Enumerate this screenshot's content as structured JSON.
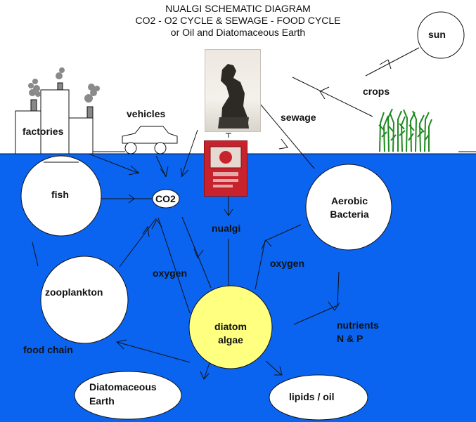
{
  "title": {
    "line1": "NUALGI SCHEMATIC DIAGRAM",
    "line2": "CO2 - O2 CYCLE & SEWAGE - FOOD CYCLE",
    "line3": "or Oil and Diatomaceous Earth"
  },
  "labels": {
    "sun": "sun",
    "crops": "crops",
    "sewage": "sewage",
    "vehicles": "vehicles",
    "factories": "factories",
    "fish": "fish",
    "co2": "CO2",
    "nualgi": "nualgi",
    "aerobic_bacteria_1": "Aerobic",
    "aerobic_bacteria_2": "Bacteria",
    "oxygen_left": "oxygen",
    "oxygen_right": "oxygen",
    "zooplankton": "zooplankton",
    "diatom_1": "diatom",
    "diatom_2": "algae",
    "nutrients_1": "nutrients",
    "nutrients_2": "N & P",
    "food_chain": "food chain",
    "diatomaceous_1": "Diatomaceous",
    "diatomaceous_2": "Earth",
    "lipids": "lipids / oil"
  },
  "colors": {
    "water": "#0a64f0",
    "diatom_fill": "#ffff80",
    "node_fill": "#ffffff",
    "line": "#111111",
    "crops": "#1f8a1f"
  }
}
